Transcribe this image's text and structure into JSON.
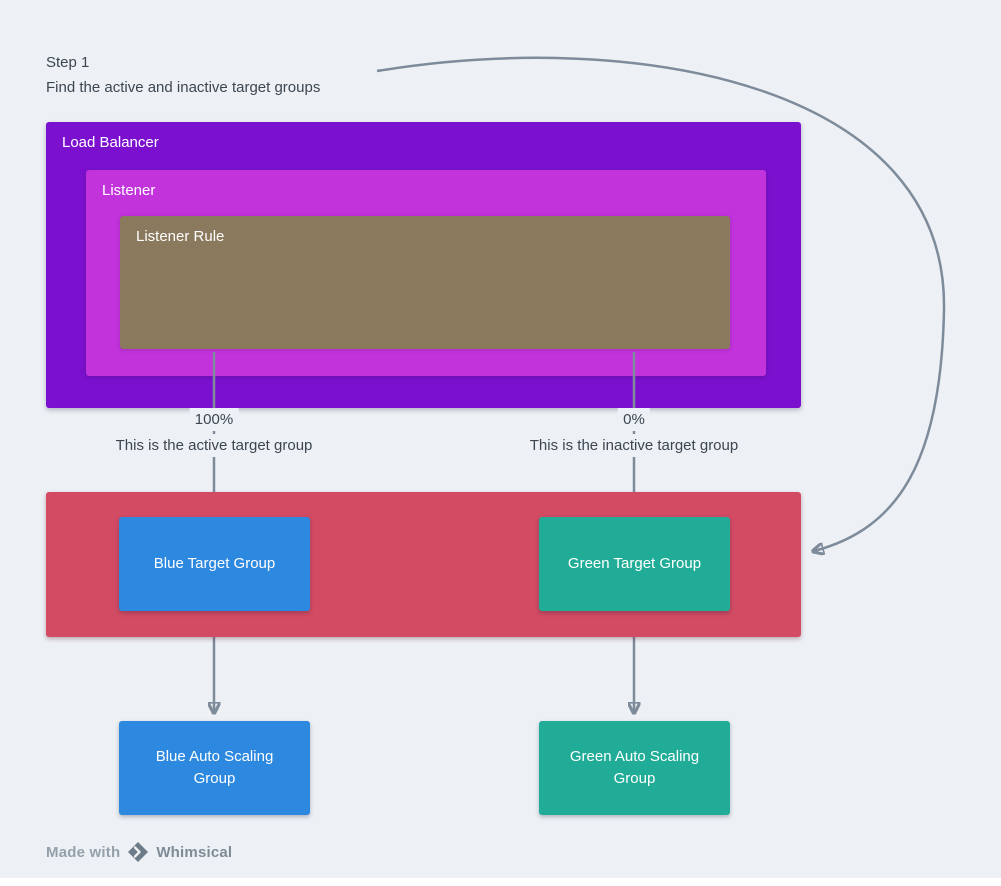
{
  "annotation": {
    "title": "Step 1",
    "subtitle": "Find the active and inactive target groups"
  },
  "nodes": {
    "load_balancer": "Load Balancer",
    "listener": "Listener",
    "listener_rule": "Listener Rule",
    "blue_target_group": "Blue Target Group",
    "green_target_group": "Green Target Group",
    "blue_auto_scaling_group": "Blue Auto Scaling Group",
    "green_auto_scaling_group": "Green Auto Scaling Group"
  },
  "labels": {
    "active_percent": "100%",
    "active_caption": "This is the active target group",
    "inactive_percent": "0%",
    "inactive_caption": "This is the inactive target group"
  },
  "footer": {
    "made_with": "Made with",
    "brand": "Whimsical"
  },
  "colors": {
    "background": "#EDF1F5",
    "load_balancer": "#7B11CF",
    "listener": "#C233DC",
    "listener_rule": "#8A795D",
    "target_group_container": "#D34A63",
    "blue_node": "#2D88DF",
    "green_node": "#20AC97",
    "arrow": "#7D8B9B",
    "text": "#3C4651"
  }
}
